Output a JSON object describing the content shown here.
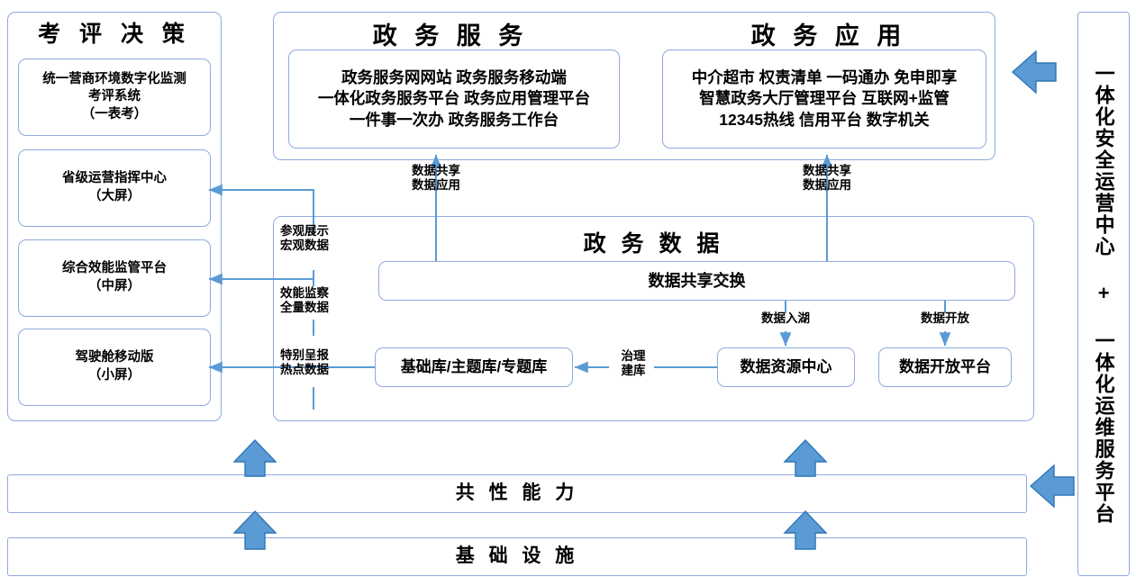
{
  "diagram": {
    "left_column": {
      "title": "考 评 决 策",
      "items": [
        {
          "label": "统一营商环境数字化监测\n考评系统\n（一表考）"
        },
        {
          "label": "省级运营指挥中心\n（大屏）"
        },
        {
          "label": "综合效能监管平台\n（中屏）"
        },
        {
          "label": "驾驶舱移动版\n（小屏）"
        }
      ]
    },
    "top_panel": {
      "groups": [
        {
          "title": "政 务 服 务",
          "lines": [
            "政务服务网网站 政务服务移动端",
            "一体化政务服务平台 政务应用管理平台",
            "一件事一次办 政务服务工作台"
          ]
        },
        {
          "title": "政 务 应 用",
          "lines": [
            "中介超市 权责清单 一码通办 免申即享",
            "智慧政务大厅管理平台 互联网+监管",
            "12345热线 信用平台 数字机关"
          ]
        }
      ]
    },
    "data_panel": {
      "title": "政 务 数 据",
      "exchange_box": "数据共享交换",
      "boxes": [
        {
          "label": "基础库/主题库/专题库"
        },
        {
          "label": "数据资源中心"
        },
        {
          "label": "数据开放平台"
        }
      ]
    },
    "edge_labels": {
      "share_left": "数据共享\n数据应用",
      "share_right": "数据共享\n数据应用",
      "visit_macro": "参观展示\n宏观数据",
      "efficiency_full": "效能监察\n全量数据",
      "special_hot": "特别呈报\n热点数据",
      "data_lake": "数据入湖",
      "data_open": "数据开放",
      "govern_build": "治理\n建库"
    },
    "bottom_bars": [
      {
        "label": "共 性 能 力"
      },
      {
        "label": "基 础 设 施"
      }
    ],
    "right_panel": {
      "label": "一体化安全运营中心 + 一体化运维服务平台"
    },
    "colors": {
      "border": "#8faadc",
      "arrow_fill": "#5b9bd5",
      "arrow_stroke": "#2e75b6",
      "connector": "#5b9bd5",
      "text": "#000000",
      "background": "#ffffff"
    }
  }
}
